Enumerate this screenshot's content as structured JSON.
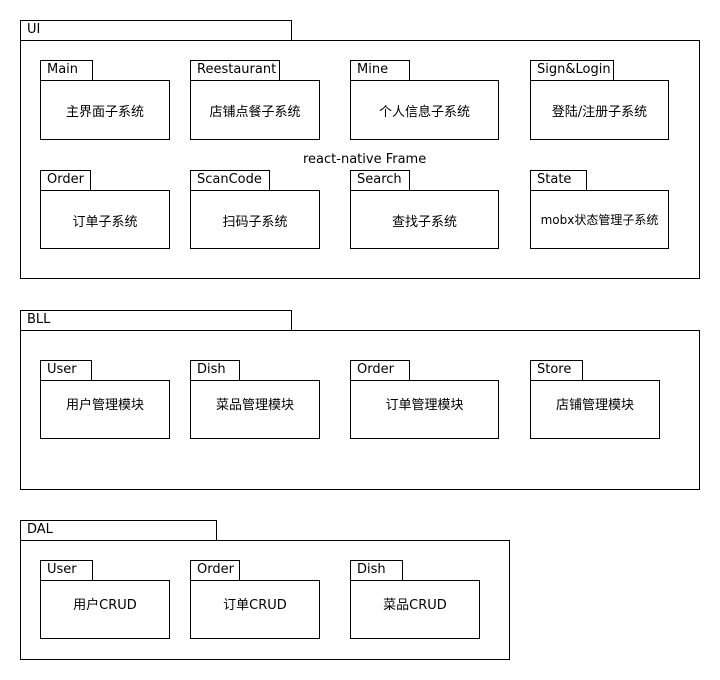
{
  "ui": {
    "title": "UI",
    "frame_label": "react-native Frame",
    "modules": [
      {
        "tab": "Main",
        "text": "主界面子系统"
      },
      {
        "tab": "Reestaurant",
        "text": "店铺点餐子系统"
      },
      {
        "tab": "Mine",
        "text": "个人信息子系统"
      },
      {
        "tab": "Sign&Login",
        "text": "登陆/注册子系统"
      },
      {
        "tab": "Order",
        "text": "订单子系统"
      },
      {
        "tab": "ScanCode",
        "text": "扫码子系统"
      },
      {
        "tab": "Search",
        "text": "查找子系统"
      },
      {
        "tab": "State",
        "text": "mobx状态管理子系统"
      }
    ]
  },
  "bll": {
    "title": "BLL",
    "modules": [
      {
        "tab": "User",
        "text": "用户管理模块"
      },
      {
        "tab": "Dish",
        "text": "菜品管理模块"
      },
      {
        "tab": "Order",
        "text": "订单管理模块"
      },
      {
        "tab": "Store",
        "text": "店铺管理模块"
      }
    ]
  },
  "dal": {
    "title": "DAL",
    "modules": [
      {
        "tab": "User",
        "text": "用户CRUD"
      },
      {
        "tab": "Order",
        "text": "订单CRUD"
      },
      {
        "tab": "Dish",
        "text": "菜品CRUD"
      }
    ]
  }
}
